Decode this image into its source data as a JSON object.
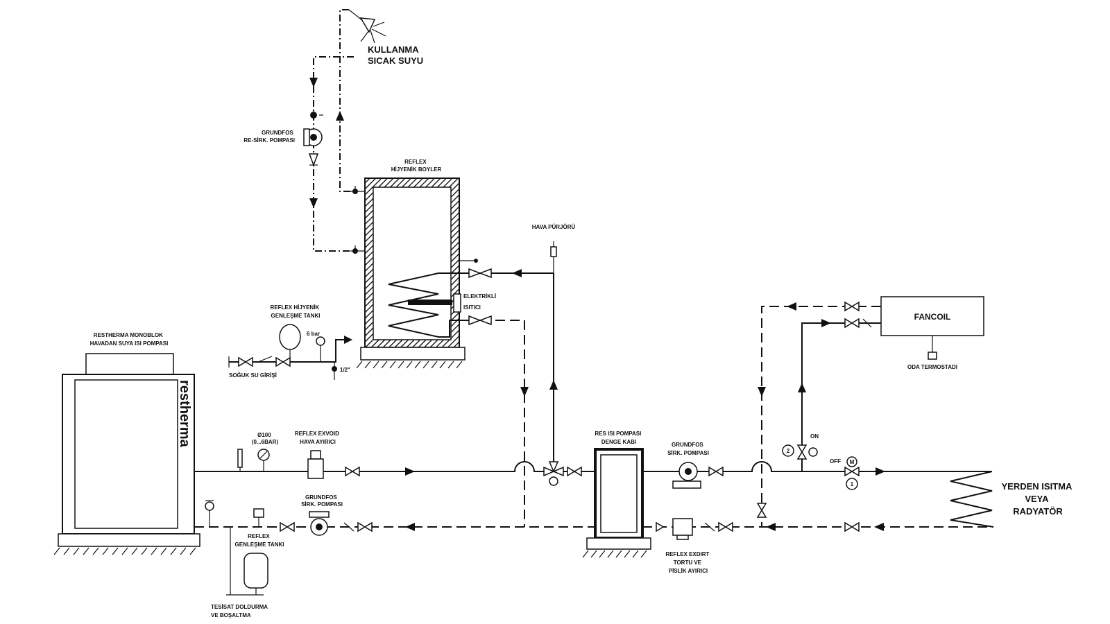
{
  "labels": {
    "dhw_outlet": [
      "KULLANMA",
      "SICAK SUYU"
    ],
    "recirc_pump": [
      "GRUNDFOS",
      "RE-SİRK. POMPASI"
    ],
    "boiler": [
      "REFLEX",
      "HİJYENİK BOYLER"
    ],
    "air_vent": "HAVA PÜRJÖRÜ",
    "electric_heater": [
      "ELEKTRİKLİ",
      "ISITICI"
    ],
    "hygienic_expansion": [
      "REFLEX HİJYENİK",
      "GENLEŞME TANKI"
    ],
    "pressure_6bar": "6 bar",
    "cold_water_inlet": "SOĞUK SU GİRİŞİ",
    "pipe_size_half": "1/2\"",
    "heat_pump": [
      "RESTHERMA MONOBLOK",
      "HAVADAN SUYA ISI POMPASI"
    ],
    "brand_vertical": "restherma",
    "air_separator": [
      "REFLEX EXVOID",
      "HAVA AYIRICI"
    ],
    "manometer": [
      "Ø100",
      "(0...6BAR)"
    ],
    "circ_pump_primary": [
      "GRUNDFOS",
      "SİRK. POMPASI"
    ],
    "expansion_tank": [
      "REFLEX",
      "GENLEŞME TANKI"
    ],
    "fill_drain": [
      "TESİSAT DOLDURMA",
      "VE BOŞALTMA"
    ],
    "buffer_tank": [
      "RES ISI POMPASI",
      "DENGE KABI"
    ],
    "circ_pump_secondary": [
      "GRUNDFOS",
      "SİRK. POMPASI"
    ],
    "dirt_separator": [
      "REFLEX EXDIRT",
      "TORTU VE",
      "PİSLİK AYIRICI"
    ],
    "fancoil": "FANCOIL",
    "room_thermostat": "ODA TERMOSTADI",
    "valve_on": "ON",
    "valve_off": "OFF",
    "motor_m": "M",
    "num_1": "1",
    "num_2": "2",
    "floor_heating": [
      "YERDEN ISITMA",
      "VEYA",
      "RADYATÖR"
    ]
  }
}
